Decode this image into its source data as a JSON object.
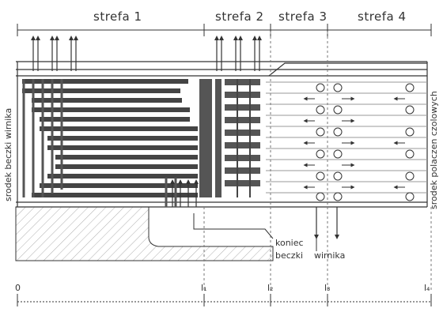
{
  "zones": [
    "strefa 1",
    "strefa 2",
    "strefa 3",
    "strefa 4"
  ],
  "left_side_label": "srodek beczki wirnika",
  "right_side_label": "srodek polaczen czolowych",
  "annotations": {
    "koniec": "koniec",
    "beczki": "beczki",
    "wirnika": "wirnika"
  },
  "axis_ticks": [
    "0",
    "l₁",
    "l₂",
    "l₃",
    "l₄"
  ]
}
